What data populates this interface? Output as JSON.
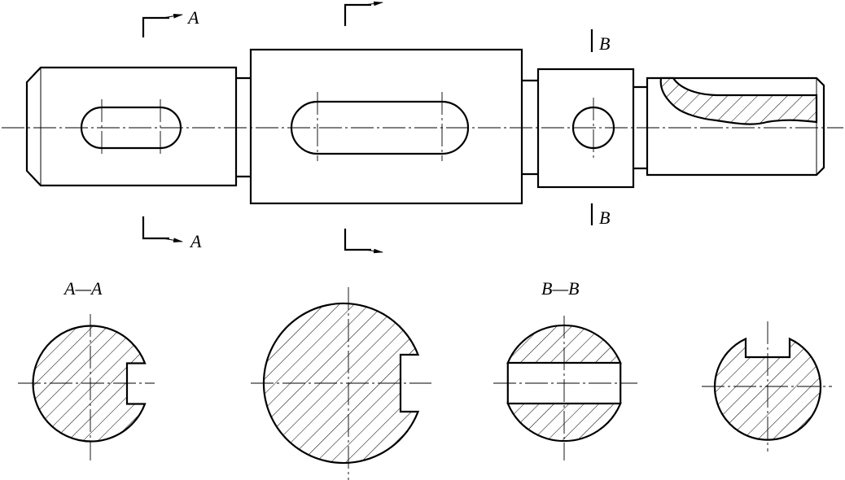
{
  "labels": {
    "arrow_a": "A",
    "arrow_b": "B",
    "section_a": "A—A",
    "section_b": "B—B"
  }
}
